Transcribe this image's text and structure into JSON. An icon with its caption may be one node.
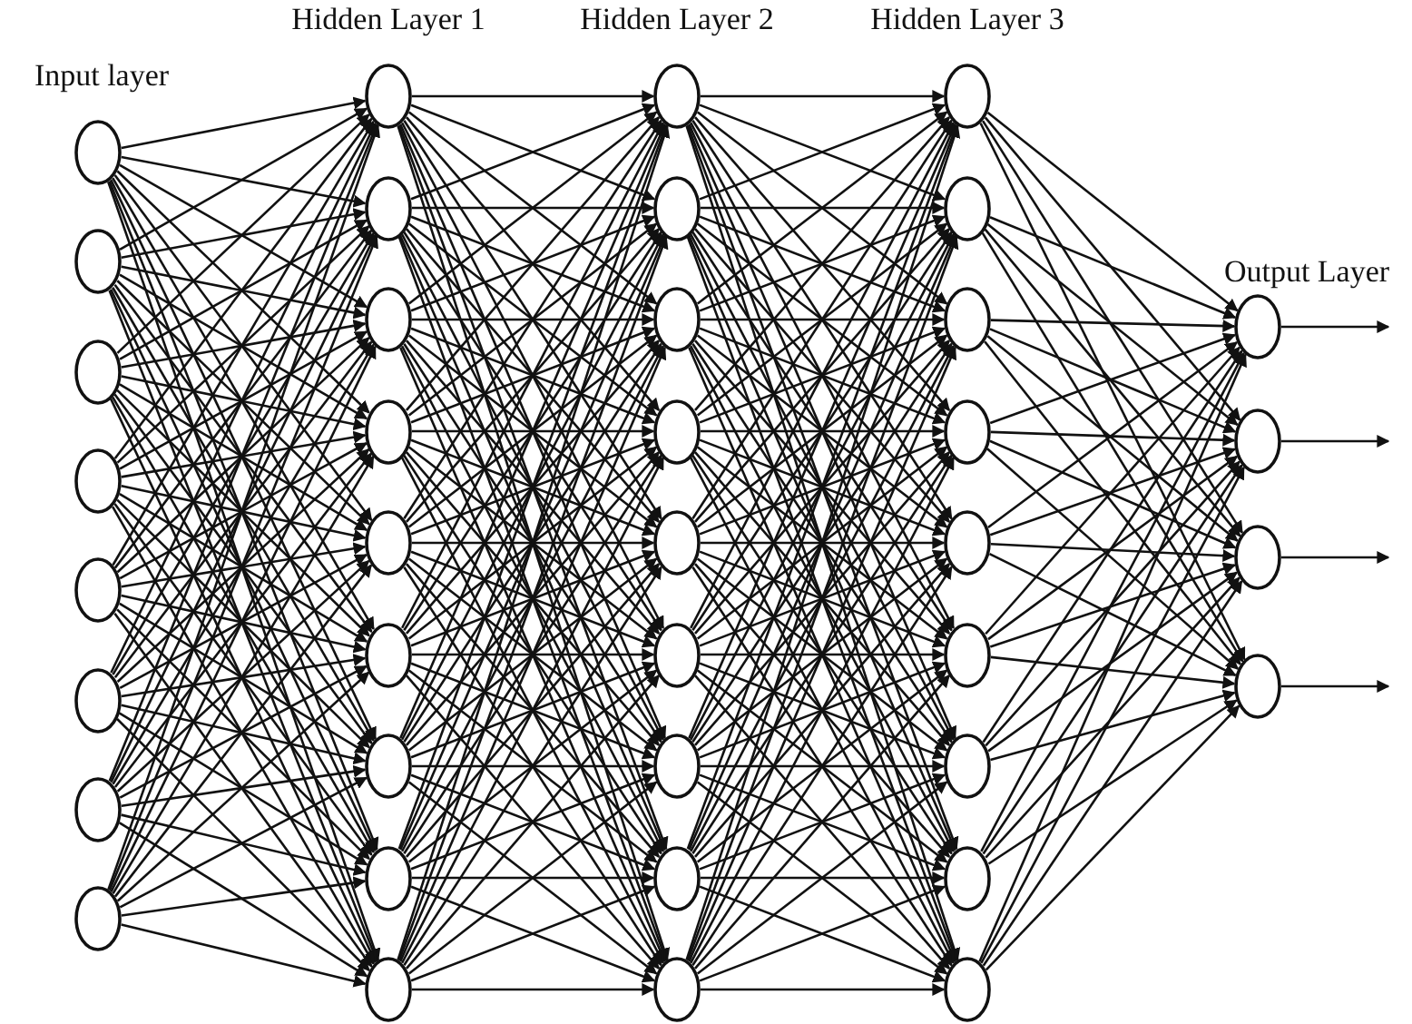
{
  "diagram": {
    "nodes": [
      {
        "text": [],
        "shape": "circle"
      },
      {
        "text": [],
        "shape": "circle"
      },
      {
        "text": [],
        "shape": "circle"
      },
      {
        "text": [],
        "shape": "circle"
      },
      {
        "text": [],
        "shape": "circle"
      },
      {
        "text": [],
        "shape": "circle"
      },
      {
        "text": [],
        "shape": "circle"
      },
      {
        "text": [],
        "shape": "circle"
      },
      {
        "text": [],
        "shape": "circle"
      },
      {
        "text": [],
        "shape": "circle"
      },
      {
        "text": [],
        "shape": "circle"
      },
      {
        "text": [],
        "shape": "circle"
      },
      {
        "text": [],
        "shape": "circle"
      },
      {
        "text": [],
        "shape": "circle"
      },
      {
        "text": [],
        "shape": "circle"
      },
      {
        "text": [],
        "shape": "circle"
      },
      {
        "text": [],
        "shape": "circle"
      },
      {
        "text": [],
        "shape": "circle"
      },
      {
        "text": [],
        "shape": "circle"
      },
      {
        "text": [],
        "shape": "circle"
      },
      {
        "text": [],
        "shape": "circle"
      },
      {
        "text": [],
        "shape": "circle"
      },
      {
        "text": [],
        "shape": "circle"
      },
      {
        "text": [],
        "shape": "circle"
      },
      {
        "text": [],
        "shape": "circle"
      },
      {
        "text": [],
        "shape": "circle"
      },
      {
        "text": [],
        "shape": "circle"
      },
      {
        "text": [],
        "shape": "circle"
      },
      {
        "text": [],
        "shape": "circle"
      },
      {
        "text": [],
        "shape": "circle"
      },
      {
        "text": [],
        "shape": "circle"
      },
      {
        "text": [],
        "shape": "circle"
      },
      {
        "text": [],
        "shape": "circle"
      },
      {
        "text": [],
        "shape": "circle"
      },
      {
        "text": [],
        "shape": "circle"
      },
      {
        "text": [],
        "shape": "circle"
      },
      {
        "text": [],
        "shape": "circle"
      },
      {
        "text": [],
        "shape": "circle"
      },
      {
        "text": [],
        "shape": "circle"
      }
    ],
    "edges": [
      {
        "from": 0,
        "to": 8,
        "arrow": "to"
      },
      {
        "from": 0,
        "to": 9,
        "arrow": "to"
      },
      {
        "from": 0,
        "to": 10,
        "arrow": "to"
      },
      {
        "from": 0,
        "to": 11,
        "arrow": "to"
      },
      {
        "from": 0,
        "to": 12,
        "arrow": "to"
      },
      {
        "from": 0,
        "to": 13,
        "arrow": "to"
      },
      {
        "from": 0,
        "to": 14,
        "arrow": "to"
      },
      {
        "from": 0,
        "to": 15,
        "arrow": "to"
      },
      {
        "from": 0,
        "to": 16,
        "arrow": "to"
      },
      {
        "from": 1,
        "to": 8,
        "arrow": "to"
      },
      {
        "from": 1,
        "to": 9,
        "arrow": "to"
      },
      {
        "from": 1,
        "to": 10,
        "arrow": "to"
      },
      {
        "from": 1,
        "to": 11,
        "arrow": "to"
      },
      {
        "from": 1,
        "to": 12,
        "arrow": "to"
      },
      {
        "from": 1,
        "to": 13,
        "arrow": "to"
      },
      {
        "from": 1,
        "to": 14,
        "arrow": "to"
      },
      {
        "from": 1,
        "to": 15,
        "arrow": "to"
      },
      {
        "from": 1,
        "to": 16,
        "arrow": "to"
      },
      {
        "from": 2,
        "to": 8,
        "arrow": "to"
      },
      {
        "from": 2,
        "to": 9,
        "arrow": "to"
      },
      {
        "from": 2,
        "to": 10,
        "arrow": "to"
      },
      {
        "from": 2,
        "to": 11,
        "arrow": "to"
      },
      {
        "from": 2,
        "to": 12,
        "arrow": "to"
      },
      {
        "from": 2,
        "to": 13,
        "arrow": "to"
      },
      {
        "from": 2,
        "to": 14,
        "arrow": "to"
      },
      {
        "from": 2,
        "to": 15,
        "arrow": "to"
      },
      {
        "from": 2,
        "to": 16,
        "arrow": "to"
      },
      {
        "from": 3,
        "to": 8,
        "arrow": "to"
      },
      {
        "from": 3,
        "to": 9,
        "arrow": "to"
      },
      {
        "from": 3,
        "to": 10,
        "arrow": "to"
      },
      {
        "from": 3,
        "to": 11,
        "arrow": "to"
      },
      {
        "from": 3,
        "to": 12,
        "arrow": "to"
      },
      {
        "from": 3,
        "to": 13,
        "arrow": "to"
      },
      {
        "from": 3,
        "to": 14,
        "arrow": "to"
      },
      {
        "from": 3,
        "to": 15,
        "arrow": "to"
      },
      {
        "from": 3,
        "to": 16,
        "arrow": "to"
      },
      {
        "from": 4,
        "to": 8,
        "arrow": "to"
      },
      {
        "from": 4,
        "to": 9,
        "arrow": "to"
      },
      {
        "from": 4,
        "to": 10,
        "arrow": "to"
      },
      {
        "from": 4,
        "to": 11,
        "arrow": "to"
      },
      {
        "from": 4,
        "to": 12,
        "arrow": "to"
      },
      {
        "from": 4,
        "to": 13,
        "arrow": "to"
      },
      {
        "from": 4,
        "to": 14,
        "arrow": "to"
      },
      {
        "from": 4,
        "to": 15,
        "arrow": "to"
      },
      {
        "from": 4,
        "to": 16,
        "arrow": "to"
      },
      {
        "from": 5,
        "to": 8,
        "arrow": "to"
      },
      {
        "from": 5,
        "to": 9,
        "arrow": "to"
      },
      {
        "from": 5,
        "to": 10,
        "arrow": "to"
      },
      {
        "from": 5,
        "to": 11,
        "arrow": "to"
      },
      {
        "from": 5,
        "to": 12,
        "arrow": "to"
      },
      {
        "from": 5,
        "to": 13,
        "arrow": "to"
      },
      {
        "from": 5,
        "to": 14,
        "arrow": "to"
      },
      {
        "from": 5,
        "to": 15,
        "arrow": "to"
      },
      {
        "from": 5,
        "to": 16,
        "arrow": "to"
      },
      {
        "from": 6,
        "to": 8,
        "arrow": "to"
      },
      {
        "from": 6,
        "to": 9,
        "arrow": "to"
      },
      {
        "from": 6,
        "to": 10,
        "arrow": "to"
      },
      {
        "from": 6,
        "to": 11,
        "arrow": "to"
      },
      {
        "from": 6,
        "to": 12,
        "arrow": "to"
      },
      {
        "from": 6,
        "to": 13,
        "arrow": "to"
      },
      {
        "from": 6,
        "to": 14,
        "arrow": "to"
      },
      {
        "from": 6,
        "to": 15,
        "arrow": "to"
      },
      {
        "from": 6,
        "to": 16,
        "arrow": "to"
      },
      {
        "from": 7,
        "to": 8,
        "arrow": "to"
      },
      {
        "from": 7,
        "to": 9,
        "arrow": "to"
      },
      {
        "from": 7,
        "to": 10,
        "arrow": "to"
      },
      {
        "from": 7,
        "to": 11,
        "arrow": "to"
      },
      {
        "from": 7,
        "to": 12,
        "arrow": "to"
      },
      {
        "from": 7,
        "to": 13,
        "arrow": "to"
      },
      {
        "from": 7,
        "to": 14,
        "arrow": "to"
      },
      {
        "from": 7,
        "to": 15,
        "arrow": "to"
      },
      {
        "from": 7,
        "to": 16,
        "arrow": "to"
      },
      {
        "from": 8,
        "to": 17,
        "arrow": "to"
      },
      {
        "from": 8,
        "to": 18,
        "arrow": "to"
      },
      {
        "from": 8,
        "to": 19,
        "arrow": "to"
      },
      {
        "from": 8,
        "to": 20,
        "arrow": "to"
      },
      {
        "from": 8,
        "to": 21,
        "arrow": "to"
      },
      {
        "from": 8,
        "to": 22,
        "arrow": "to"
      },
      {
        "from": 8,
        "to": 23,
        "arrow": "to"
      },
      {
        "from": 8,
        "to": 24,
        "arrow": "to"
      },
      {
        "from": 8,
        "to": 25,
        "arrow": "to"
      },
      {
        "from": 9,
        "to": 17,
        "arrow": "to"
      },
      {
        "from": 9,
        "to": 18,
        "arrow": "to"
      },
      {
        "from": 9,
        "to": 19,
        "arrow": "to"
      },
      {
        "from": 9,
        "to": 20,
        "arrow": "to"
      },
      {
        "from": 9,
        "to": 21,
        "arrow": "to"
      },
      {
        "from": 9,
        "to": 22,
        "arrow": "to"
      },
      {
        "from": 9,
        "to": 23,
        "arrow": "to"
      },
      {
        "from": 9,
        "to": 24,
        "arrow": "to"
      },
      {
        "from": 9,
        "to": 25,
        "arrow": "to"
      },
      {
        "from": 10,
        "to": 17,
        "arrow": "to"
      },
      {
        "from": 10,
        "to": 18,
        "arrow": "to"
      },
      {
        "from": 10,
        "to": 19,
        "arrow": "to"
      },
      {
        "from": 10,
        "to": 20,
        "arrow": "to"
      },
      {
        "from": 10,
        "to": 21,
        "arrow": "to"
      },
      {
        "from": 10,
        "to": 22,
        "arrow": "to"
      },
      {
        "from": 10,
        "to": 23,
        "arrow": "to"
      },
      {
        "from": 10,
        "to": 24,
        "arrow": "to"
      },
      {
        "from": 10,
        "to": 25,
        "arrow": "to"
      },
      {
        "from": 11,
        "to": 17,
        "arrow": "to"
      },
      {
        "from": 11,
        "to": 18,
        "arrow": "to"
      },
      {
        "from": 11,
        "to": 19,
        "arrow": "to"
      },
      {
        "from": 11,
        "to": 20,
        "arrow": "to"
      },
      {
        "from": 11,
        "to": 21,
        "arrow": "to"
      },
      {
        "from": 11,
        "to": 22,
        "arrow": "to"
      },
      {
        "from": 11,
        "to": 23,
        "arrow": "to"
      },
      {
        "from": 11,
        "to": 24,
        "arrow": "to"
      },
      {
        "from": 11,
        "to": 25,
        "arrow": "to"
      },
      {
        "from": 12,
        "to": 17,
        "arrow": "to"
      },
      {
        "from": 12,
        "to": 18,
        "arrow": "to"
      },
      {
        "from": 12,
        "to": 19,
        "arrow": "to"
      },
      {
        "from": 12,
        "to": 20,
        "arrow": "to"
      },
      {
        "from": 12,
        "to": 21,
        "arrow": "to"
      },
      {
        "from": 12,
        "to": 22,
        "arrow": "to"
      },
      {
        "from": 12,
        "to": 23,
        "arrow": "to"
      },
      {
        "from": 12,
        "to": 24,
        "arrow": "to"
      },
      {
        "from": 12,
        "to": 25,
        "arrow": "to"
      },
      {
        "from": 13,
        "to": 17,
        "arrow": "to"
      },
      {
        "from": 13,
        "to": 18,
        "arrow": "to"
      },
      {
        "from": 13,
        "to": 19,
        "arrow": "to"
      },
      {
        "from": 13,
        "to": 20,
        "arrow": "to"
      },
      {
        "from": 13,
        "to": 21,
        "arrow": "to"
      },
      {
        "from": 13,
        "to": 22,
        "arrow": "to"
      },
      {
        "from": 13,
        "to": 23,
        "arrow": "to"
      },
      {
        "from": 13,
        "to": 24,
        "arrow": "to"
      },
      {
        "from": 13,
        "to": 25,
        "arrow": "to"
      },
      {
        "from": 14,
        "to": 17,
        "arrow": "to"
      },
      {
        "from": 14,
        "to": 18,
        "arrow": "to"
      },
      {
        "from": 14,
        "to": 19,
        "arrow": "to"
      },
      {
        "from": 14,
        "to": 20,
        "arrow": "to"
      },
      {
        "from": 14,
        "to": 21,
        "arrow": "to"
      },
      {
        "from": 14,
        "to": 22,
        "arrow": "to"
      },
      {
        "from": 14,
        "to": 23,
        "arrow": "to"
      },
      {
        "from": 14,
        "to": 24,
        "arrow": "to"
      },
      {
        "from": 14,
        "to": 25,
        "arrow": "to"
      },
      {
        "from": 15,
        "to": 17,
        "arrow": "to"
      },
      {
        "from": 15,
        "to": 18,
        "arrow": "to"
      },
      {
        "from": 15,
        "to": 19,
        "arrow": "to"
      },
      {
        "from": 15,
        "to": 20,
        "arrow": "to"
      },
      {
        "from": 15,
        "to": 21,
        "arrow": "to"
      },
      {
        "from": 15,
        "to": 22,
        "arrow": "to"
      },
      {
        "from": 15,
        "to": 23,
        "arrow": "to"
      },
      {
        "from": 15,
        "to": 24,
        "arrow": "to"
      },
      {
        "from": 15,
        "to": 25,
        "arrow": "to"
      },
      {
        "from": 16,
        "to": 17,
        "arrow": "to"
      },
      {
        "from": 16,
        "to": 18,
        "arrow": "to"
      },
      {
        "from": 16,
        "to": 19,
        "arrow": "to"
      },
      {
        "from": 16,
        "to": 20,
        "arrow": "to"
      },
      {
        "from": 16,
        "to": 21,
        "arrow": "to"
      },
      {
        "from": 16,
        "to": 22,
        "arrow": "to"
      },
      {
        "from": 16,
        "to": 23,
        "arrow": "to"
      },
      {
        "from": 16,
        "to": 24,
        "arrow": "to"
      },
      {
        "from": 16,
        "to": 25,
        "arrow": "to"
      },
      {
        "from": 17,
        "to": 26,
        "arrow": "to"
      },
      {
        "from": 17,
        "to": 27,
        "arrow": "to"
      },
      {
        "from": 17,
        "to": 28,
        "arrow": "to"
      },
      {
        "from": 17,
        "to": 29,
        "arrow": "to"
      },
      {
        "from": 17,
        "to": 30,
        "arrow": "to"
      },
      {
        "from": 17,
        "to": 31,
        "arrow": "to"
      },
      {
        "from": 17,
        "to": 32,
        "arrow": "to"
      },
      {
        "from": 17,
        "to": 33,
        "arrow": "to"
      },
      {
        "from": 17,
        "to": 34,
        "arrow": "to"
      },
      {
        "from": 18,
        "to": 26,
        "arrow": "to"
      },
      {
        "from": 18,
        "to": 27,
        "arrow": "to"
      },
      {
        "from": 18,
        "to": 28,
        "arrow": "to"
      },
      {
        "from": 18,
        "to": 29,
        "arrow": "to"
      },
      {
        "from": 18,
        "to": 30,
        "arrow": "to"
      },
      {
        "from": 18,
        "to": 31,
        "arrow": "to"
      },
      {
        "from": 18,
        "to": 32,
        "arrow": "to"
      },
      {
        "from": 18,
        "to": 33,
        "arrow": "to"
      },
      {
        "from": 18,
        "to": 34,
        "arrow": "to"
      },
      {
        "from": 19,
        "to": 26,
        "arrow": "to"
      },
      {
        "from": 19,
        "to": 27,
        "arrow": "to"
      },
      {
        "from": 19,
        "to": 28,
        "arrow": "to"
      },
      {
        "from": 19,
        "to": 29,
        "arrow": "to"
      },
      {
        "from": 19,
        "to": 30,
        "arrow": "to"
      },
      {
        "from": 19,
        "to": 31,
        "arrow": "to"
      },
      {
        "from": 19,
        "to": 32,
        "arrow": "to"
      },
      {
        "from": 19,
        "to": 33,
        "arrow": "to"
      },
      {
        "from": 19,
        "to": 34,
        "arrow": "to"
      },
      {
        "from": 20,
        "to": 26,
        "arrow": "to"
      },
      {
        "from": 20,
        "to": 27,
        "arrow": "to"
      },
      {
        "from": 20,
        "to": 28,
        "arrow": "to"
      },
      {
        "from": 20,
        "to": 29,
        "arrow": "to"
      },
      {
        "from": 20,
        "to": 30,
        "arrow": "to"
      },
      {
        "from": 20,
        "to": 31,
        "arrow": "to"
      },
      {
        "from": 20,
        "to": 32,
        "arrow": "to"
      },
      {
        "from": 20,
        "to": 33,
        "arrow": "to"
      },
      {
        "from": 20,
        "to": 34,
        "arrow": "to"
      },
      {
        "from": 21,
        "to": 26,
        "arrow": "to"
      },
      {
        "from": 21,
        "to": 27,
        "arrow": "to"
      },
      {
        "from": 21,
        "to": 28,
        "arrow": "to"
      },
      {
        "from": 21,
        "to": 29,
        "arrow": "to"
      },
      {
        "from": 21,
        "to": 30,
        "arrow": "to"
      },
      {
        "from": 21,
        "to": 31,
        "arrow": "to"
      },
      {
        "from": 21,
        "to": 32,
        "arrow": "to"
      },
      {
        "from": 21,
        "to": 33,
        "arrow": "to"
      },
      {
        "from": 21,
        "to": 34,
        "arrow": "to"
      },
      {
        "from": 22,
        "to": 26,
        "arrow": "to"
      },
      {
        "from": 22,
        "to": 27,
        "arrow": "to"
      },
      {
        "from": 22,
        "to": 28,
        "arrow": "to"
      },
      {
        "from": 22,
        "to": 29,
        "arrow": "to"
      },
      {
        "from": 22,
        "to": 30,
        "arrow": "to"
      },
      {
        "from": 22,
        "to": 31,
        "arrow": "to"
      },
      {
        "from": 22,
        "to": 32,
        "arrow": "to"
      },
      {
        "from": 22,
        "to": 33,
        "arrow": "to"
      },
      {
        "from": 22,
        "to": 34,
        "arrow": "to"
      },
      {
        "from": 23,
        "to": 26,
        "arrow": "to"
      },
      {
        "from": 23,
        "to": 27,
        "arrow": "to"
      },
      {
        "from": 23,
        "to": 28,
        "arrow": "to"
      },
      {
        "from": 23,
        "to": 29,
        "arrow": "to"
      },
      {
        "from": 23,
        "to": 30,
        "arrow": "to"
      },
      {
        "from": 23,
        "to": 31,
        "arrow": "to"
      },
      {
        "from": 23,
        "to": 32,
        "arrow": "to"
      },
      {
        "from": 23,
        "to": 33,
        "arrow": "to"
      },
      {
        "from": 23,
        "to": 34,
        "arrow": "to"
      },
      {
        "from": 24,
        "to": 26,
        "arrow": "to"
      },
      {
        "from": 24,
        "to": 27,
        "arrow": "to"
      },
      {
        "from": 24,
        "to": 28,
        "arrow": "to"
      },
      {
        "from": 24,
        "to": 29,
        "arrow": "to"
      },
      {
        "from": 24,
        "to": 30,
        "arrow": "to"
      },
      {
        "from": 24,
        "to": 31,
        "arrow": "to"
      },
      {
        "from": 24,
        "to": 32,
        "arrow": "to"
      },
      {
        "from": 24,
        "to": 33,
        "arrow": "to"
      },
      {
        "from": 24,
        "to": 34,
        "arrow": "to"
      },
      {
        "from": 25,
        "to": 26,
        "arrow": "to"
      },
      {
        "from": 25,
        "to": 27,
        "arrow": "to"
      },
      {
        "from": 25,
        "to": 28,
        "arrow": "to"
      },
      {
        "from": 25,
        "to": 29,
        "arrow": "to"
      },
      {
        "from": 25,
        "to": 30,
        "arrow": "to"
      },
      {
        "from": 25,
        "to": 31,
        "arrow": "to"
      },
      {
        "from": 25,
        "to": 32,
        "arrow": "to"
      },
      {
        "from": 25,
        "to": 33,
        "arrow": "to"
      },
      {
        "from": 25,
        "to": 34,
        "arrow": "to"
      },
      {
        "from": 26,
        "to": 35,
        "arrow": "to"
      },
      {
        "from": 26,
        "to": 36,
        "arrow": "to"
      },
      {
        "from": 26,
        "to": 37,
        "arrow": "to"
      },
      {
        "from": 26,
        "to": 38,
        "arrow": "to"
      },
      {
        "from": 27,
        "to": 35,
        "arrow": "to"
      },
      {
        "from": 27,
        "to": 36,
        "arrow": "to"
      },
      {
        "from": 27,
        "to": 37,
        "arrow": "to"
      },
      {
        "from": 27,
        "to": 38,
        "arrow": "to"
      },
      {
        "from": 28,
        "to": 35,
        "arrow": "to"
      },
      {
        "from": 28,
        "to": 36,
        "arrow": "to"
      },
      {
        "from": 28,
        "to": 37,
        "arrow": "to"
      },
      {
        "from": 28,
        "to": 38,
        "arrow": "to"
      },
      {
        "from": 29,
        "to": 35,
        "arrow": "to"
      },
      {
        "from": 29,
        "to": 36,
        "arrow": "to"
      },
      {
        "from": 29,
        "to": 37,
        "arrow": "to"
      },
      {
        "from": 29,
        "to": 38,
        "arrow": "to"
      },
      {
        "from": 30,
        "to": 35,
        "arrow": "to"
      },
      {
        "from": 30,
        "to": 36,
        "arrow": "to"
      },
      {
        "from": 30,
        "to": 37,
        "arrow": "to"
      },
      {
        "from": 30,
        "to": 38,
        "arrow": "to"
      },
      {
        "from": 31,
        "to": 35,
        "arrow": "to"
      },
      {
        "from": 31,
        "to": 36,
        "arrow": "to"
      },
      {
        "from": 31,
        "to": 37,
        "arrow": "to"
      },
      {
        "from": 31,
        "to": 38,
        "arrow": "to"
      },
      {
        "from": 32,
        "to": 35,
        "arrow": "to"
      },
      {
        "from": 32,
        "to": 36,
        "arrow": "to"
      },
      {
        "from": 32,
        "to": 37,
        "arrow": "to"
      },
      {
        "from": 32,
        "to": 38,
        "arrow": "to"
      },
      {
        "from": 33,
        "to": 35,
        "arrow": "to"
      },
      {
        "from": 33,
        "to": 36,
        "arrow": "to"
      },
      {
        "from": 33,
        "to": 37,
        "arrow": "to"
      },
      {
        "from": 33,
        "to": 38,
        "arrow": "to"
      },
      {
        "from": 34,
        "to": 35,
        "arrow": "to"
      },
      {
        "from": 34,
        "to": 36,
        "arrow": "to"
      },
      {
        "from": 34,
        "to": 37,
        "arrow": "to"
      },
      {
        "from": 34,
        "to": 38,
        "arrow": "to"
      },
      {
        "from": 35,
        "to": null,
        "arrow": "to"
      },
      {
        "from": 36,
        "to": null,
        "arrow": "to"
      },
      {
        "from": 37,
        "to": null,
        "arrow": "to"
      },
      {
        "from": 38,
        "to": null,
        "arrow": "to"
      }
    ],
    "labels": [
      "Hidden Layer 1",
      "Hidden Layer 2",
      "Hidden Layer 3",
      "Input layer",
      "Output Layer"
    ]
  }
}
